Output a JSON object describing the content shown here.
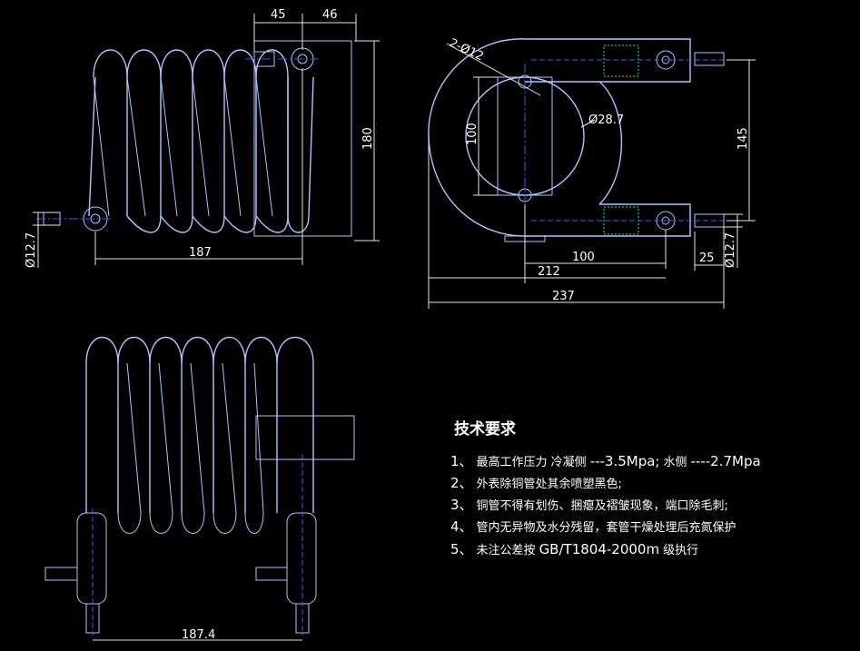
{
  "dimensions": {
    "front_top_left": "45",
    "front_top_right": "46",
    "front_height": "180",
    "front_width": "187",
    "front_pipe_dia": "Ø12.7",
    "side_hole": "2-Ø12",
    "side_inner_dia": "Ø28.7",
    "side_inner_height": "100",
    "side_height": "145",
    "side_width_100": "100",
    "side_width_212": "212",
    "side_width_237": "237",
    "side_offset_25": "25",
    "side_pipe_dia": "Ø12.7",
    "bottom_width": "187.4"
  },
  "technical_requirements": {
    "title": "技术要求",
    "items": [
      {
        "num": "1、",
        "text": "最高工作压力 冷凝侧",
        "value1": "---3.5Mpa;",
        "mid": "水侧",
        "value2": "----2.7Mpa"
      },
      {
        "num": "2、",
        "text": "外表除铜管处其余喷塑黑色;"
      },
      {
        "num": "3、",
        "text": "铜管不得有划伤、捆瘪及褶皱现象，端口除毛刺;"
      },
      {
        "num": "4、",
        "text": "管内无异物及水分残留，套管干燥处理后充氮保护"
      },
      {
        "num": "5、",
        "text": "未注公差按",
        "value1": "GB/T1804-2000m",
        "mid": "级执行"
      }
    ]
  },
  "colors": {
    "background": "#000000",
    "outline": "#a9c7ff",
    "dimension": "#e6e6e6",
    "centerline": "#3a5bff",
    "highlight": "#00ff66"
  }
}
